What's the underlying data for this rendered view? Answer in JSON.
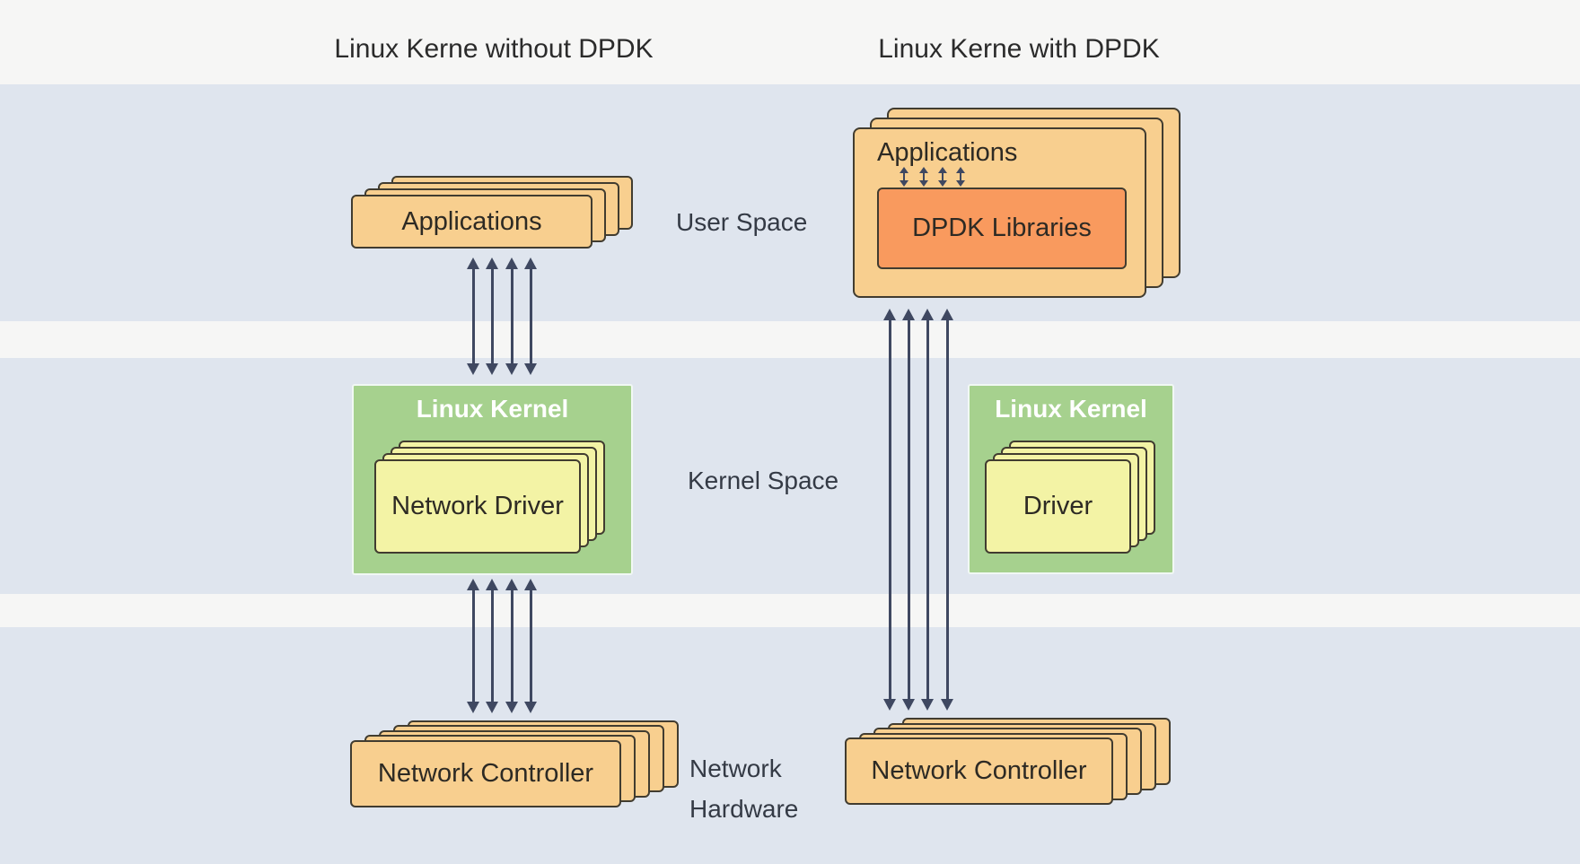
{
  "titles": {
    "left": "Linux Kerne without DPDK",
    "right": "Linux Kerne with DPDK"
  },
  "layer_labels": {
    "user_space": "User Space",
    "kernel_space": "Kernel Space",
    "network_hardware": "Network\nHardware"
  },
  "left_diagram": {
    "applications": "Applications",
    "kernel": "Linux Kernel",
    "driver": "Network Driver",
    "controller": "Network Controller"
  },
  "right_diagram": {
    "applications": "Applications",
    "dpdk": "DPDK Libraries",
    "kernel": "Linux Kernel",
    "driver": "Driver",
    "controller": "Network Controller"
  },
  "colors": {
    "band_blue": "#dfe5ee",
    "band_light": "#f6f6f5",
    "card_orange": "#f8cf8f",
    "card_yellow": "#f3f3a5",
    "dpdk_orange": "#f99a5e",
    "kernel_green": "#a6d18e",
    "arrow": "#3f4861",
    "border_dark": "#413c30",
    "text_dark": "#2d2a24",
    "title_text": "#2b2b2b",
    "label_text": "#343a45",
    "kernel_text": "#ffffff"
  }
}
